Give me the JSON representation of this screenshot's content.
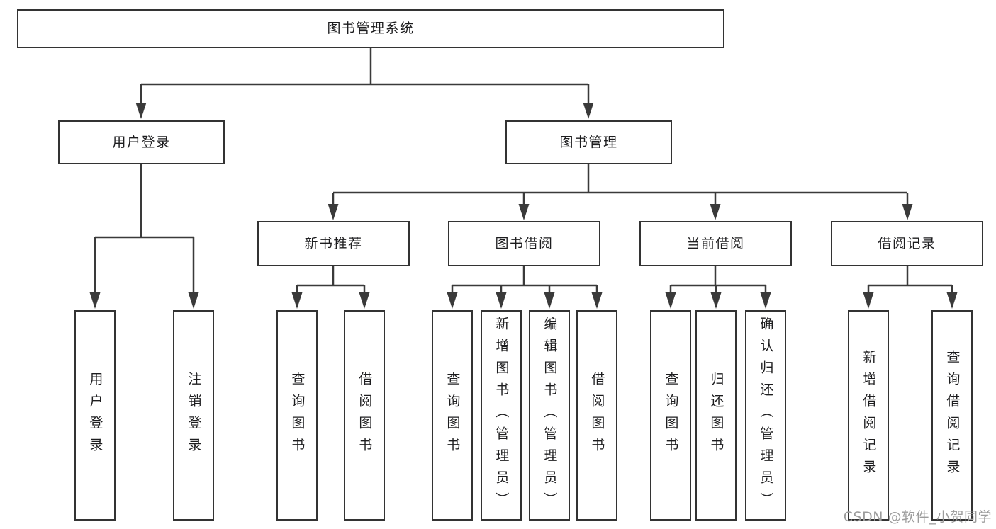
{
  "tree": {
    "label": "图书管理系统",
    "children": [
      {
        "label": "用户登录",
        "children": [
          {
            "label": "用户登录"
          },
          {
            "label": "注销登录"
          }
        ]
      },
      {
        "label": "图书管理",
        "children": [
          {
            "label": "新书推荐",
            "children": [
              {
                "label": "查询图书"
              },
              {
                "label": "借阅图书"
              }
            ]
          },
          {
            "label": "图书借阅",
            "children": [
              {
                "label": "查询图书"
              },
              {
                "label": "新增图书（管理员）"
              },
              {
                "label": "编辑图书（管理员）"
              },
              {
                "label": "借阅图书"
              }
            ]
          },
          {
            "label": "当前借阅",
            "children": [
              {
                "label": "查询图书"
              },
              {
                "label": "归还图书"
              },
              {
                "label": "确认归还（管理员）"
              }
            ]
          },
          {
            "label": "借阅记录",
            "children": [
              {
                "label": "新增借阅记录"
              },
              {
                "label": "查询借阅记录"
              }
            ]
          }
        ]
      }
    ]
  },
  "watermark": {
    "text": "CSDN @软件_小贺同学"
  },
  "colors": {
    "line": "#3a3a3a",
    "box_border": "#333333",
    "text": "#1d1d1f",
    "watermark": "#9c9c9c",
    "background": "#ffffff"
  }
}
